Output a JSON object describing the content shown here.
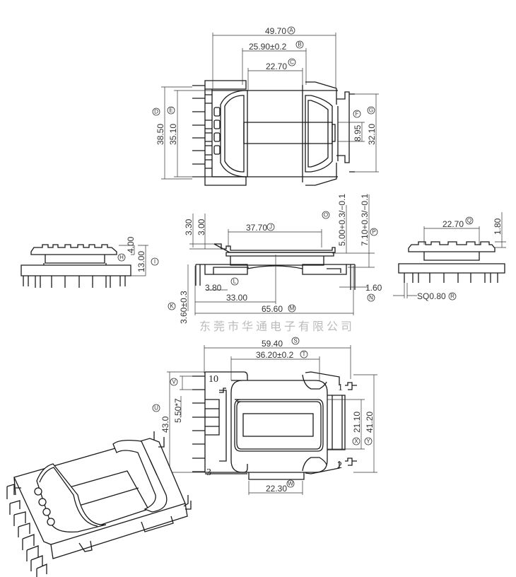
{
  "title": "Bobbin dimensional drawing",
  "watermark": "东莞市华通电子有限公司",
  "dimensions": {
    "A": {
      "label": "A",
      "value": "49.70"
    },
    "B": {
      "label": "B",
      "value": "25.90±0.2"
    },
    "C": {
      "label": "C",
      "value": "22.70"
    },
    "D": {
      "label": "D",
      "value": "38.50"
    },
    "E": {
      "label": "E",
      "value": "35.10"
    },
    "F": {
      "label": "F",
      "value": "8.95"
    },
    "G": {
      "label": "G",
      "value": "32.10"
    },
    "H": {
      "label": "H",
      "value": "4.00"
    },
    "I": {
      "label": "I",
      "value": "13.00"
    },
    "J": {
      "label": "J",
      "value": "37.70"
    },
    "J_extra1": {
      "value": "3.30"
    },
    "J_extra2": {
      "value": "3.00"
    },
    "K": {
      "label": "K",
      "value": "3.60±0.3"
    },
    "L": {
      "label": "L",
      "value": "3.80"
    },
    "L_extra": {
      "value": "33.00"
    },
    "M": {
      "label": "M",
      "value": "65.60"
    },
    "N": {
      "label": "N",
      "value": "1.60"
    },
    "O": {
      "label": "O",
      "value": "5.00+0.3/−0.1"
    },
    "P": {
      "label": "P",
      "value": "7.10+0.3/−0.1"
    },
    "Q": {
      "label": "Q",
      "value": "22.70"
    },
    "Q_extra": {
      "value": "1.80"
    },
    "R": {
      "label": "R",
      "value": "SQ0.80"
    },
    "S": {
      "label": "S",
      "value": "59.40"
    },
    "T": {
      "label": "T",
      "value": "36.20±0.2"
    },
    "U": {
      "label": "U",
      "value": "43.0"
    },
    "V": {
      "label": "V",
      "value": "5.50*7"
    },
    "W": {
      "label": "W",
      "value": "22.30"
    },
    "X": {
      "label": "X",
      "value": "21.10"
    },
    "Y": {
      "label": "Y",
      "value": "41.20"
    }
  },
  "pin_numbers": {
    "p10": "10",
    "p1": "1",
    "p2": "2",
    "p3": "3"
  }
}
